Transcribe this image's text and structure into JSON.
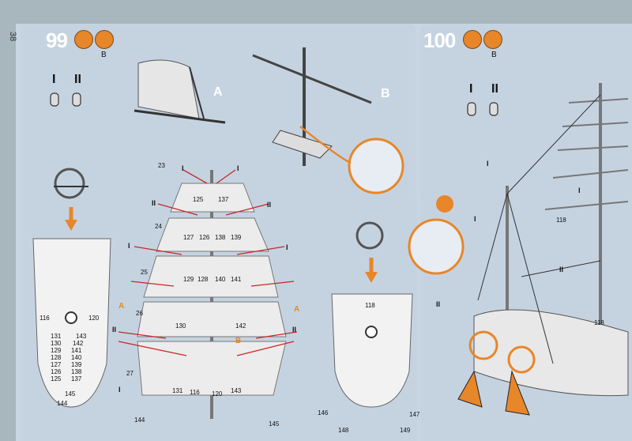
{
  "page_number": "38",
  "steps": [
    {
      "number": "99",
      "sub_label": "B"
    },
    {
      "number": "100",
      "sub_label": "B"
    }
  ],
  "view_labels": {
    "a": "A",
    "b": "B"
  },
  "roman": {
    "one": "I",
    "two": "II"
  },
  "sail_circles": [
    "23",
    "24",
    "25",
    "26",
    "27"
  ],
  "sail_part_labels": [
    "125",
    "137",
    "127",
    "126",
    "138",
    "139",
    "129",
    "128",
    "140",
    "141",
    "130",
    "142",
    "131",
    "116",
    "120",
    "143",
    "144",
    "145"
  ],
  "deck_left_labels": [
    "116",
    "120",
    "131",
    "130",
    "129",
    "128",
    "127",
    "126",
    "125",
    "143",
    "142",
    "141",
    "140",
    "139",
    "138",
    "137",
    "145",
    "144"
  ],
  "deck_right_labels": [
    "118",
    "146",
    "147",
    "148",
    "149"
  ],
  "ship_labels": [
    "118",
    "118"
  ],
  "colors": {
    "accent": "#e8862a",
    "line": "#c62828",
    "panel": "#c5d3e1"
  }
}
